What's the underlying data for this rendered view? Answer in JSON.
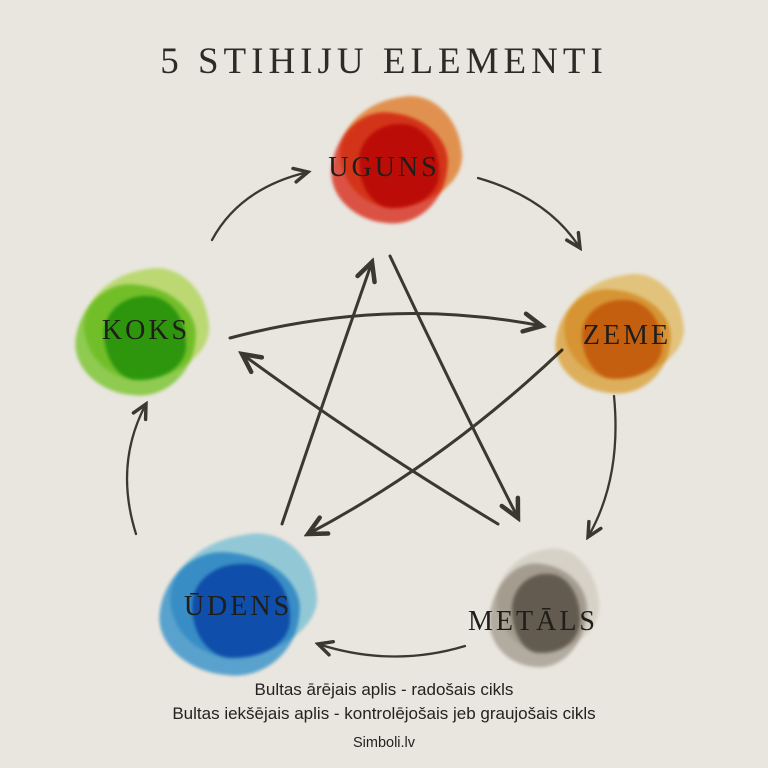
{
  "title": "5 STIHIJU ELEMENTI",
  "elements": [
    {
      "id": "uguns",
      "label": "UGUNS",
      "colors": [
        "#f6913d",
        "#ee3d2c",
        "#e02434"
      ]
    },
    {
      "id": "zeme",
      "label": "ZEME",
      "colors": [
        "#f7d27a",
        "#f0b84e",
        "#e9993a"
      ]
    },
    {
      "id": "metals",
      "label": "METĀLS",
      "colors": [
        "#e8e5df",
        "#b9b3ab",
        "#8f8a82"
      ]
    },
    {
      "id": "udens",
      "label": "ŪDENS",
      "colors": [
        "#8fd8f4",
        "#45a7e8",
        "#2f7fd8"
      ]
    },
    {
      "id": "koks",
      "label": "KOKS",
      "colors": [
        "#c4ee6e",
        "#8adc3e",
        "#52c43e"
      ]
    }
  ],
  "legend": {
    "line1": "Bultas ārējais aplis - radošais cikls",
    "line2": "Bultas iekšējais aplis - kontrolējošais jeb graujošais cikls"
  },
  "watermark": "Simboli.lv",
  "colors": {
    "background": "#e9e6df",
    "text": "#2c2b26",
    "arrow": "#3a382f"
  }
}
